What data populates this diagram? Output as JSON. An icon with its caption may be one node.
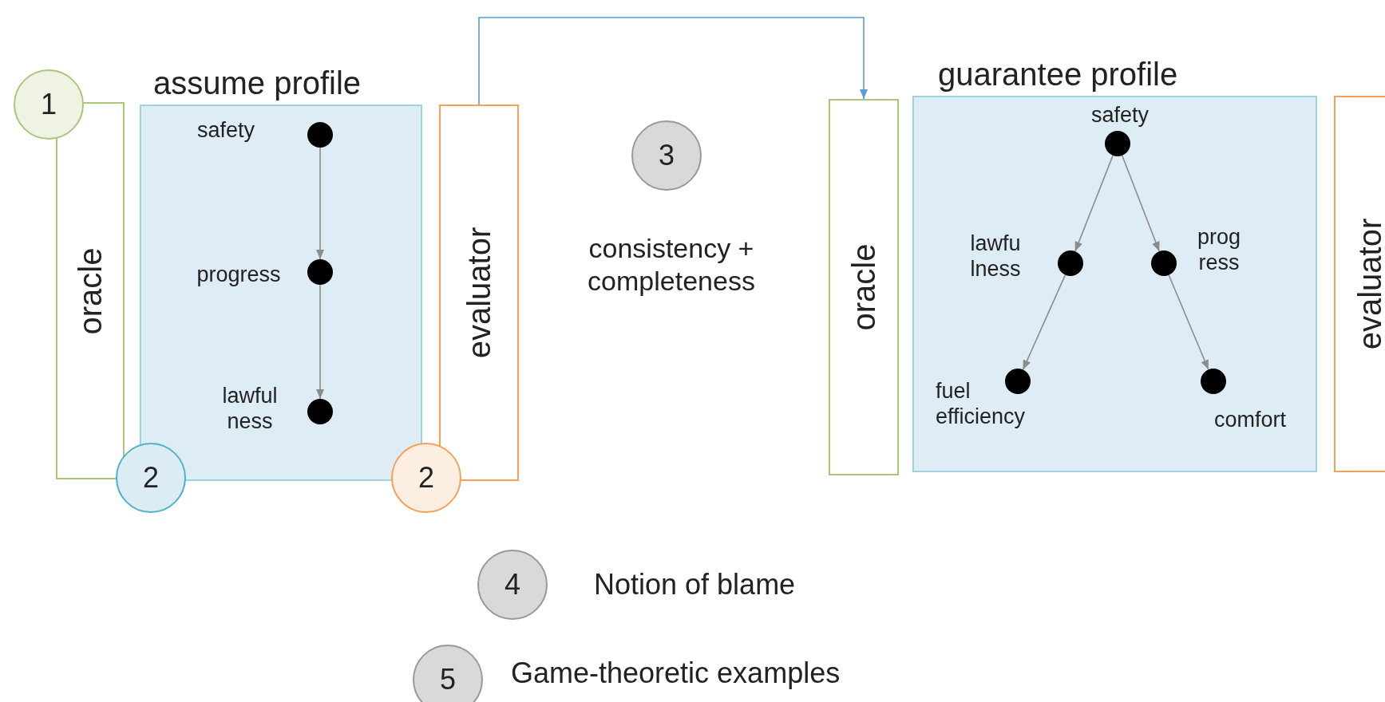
{
  "diagram": {
    "nodes": [
      {
        "text": [
          "1"
        ]
      },
      {
        "text": [
          "oracle"
        ]
      },
      {
        "text": [
          "assume profile"
        ]
      },
      {
        "text": [],
        "shape": "circle",
        "in": 2,
        "beside": [
          "safety"
        ]
      },
      {
        "text": [],
        "shape": "circle",
        "in": 2,
        "beside": [
          "progress"
        ]
      },
      {
        "text": [],
        "shape": "circle",
        "in": 2,
        "beside": [
          "lawful ness"
        ]
      },
      {
        "text": [
          "evaluator"
        ]
      },
      {
        "text": [
          "2"
        ]
      },
      {
        "text": [
          "2"
        ]
      },
      {
        "text": [
          "3"
        ],
        "beside": [
          "consistency + completeness"
        ]
      },
      {
        "text": [
          "oracle"
        ]
      },
      {
        "text": [
          "guarantee profile"
        ]
      },
      {
        "text": [],
        "shape": "circle",
        "in": 11,
        "beside": [
          "safety"
        ]
      },
      {
        "text": [],
        "shape": "circle",
        "in": 11,
        "beside": [
          "lawfu lness"
        ]
      },
      {
        "text": [],
        "shape": "circle",
        "in": 11,
        "beside": [
          "prog ress"
        ]
      },
      {
        "text": [],
        "shape": "circle",
        "in": 11,
        "beside": [
          "fuel efficiency"
        ]
      },
      {
        "text": [],
        "shape": "circle",
        "in": 11,
        "beside": [
          "comfort"
        ]
      },
      {
        "text": [
          "evaluator"
        ]
      },
      {
        "text": [
          "4"
        ],
        "beside": [
          "Notion of blame"
        ]
      },
      {
        "text": [
          "5"
        ],
        "beside": [
          "Game-theoretic examples"
        ]
      }
    ],
    "edges": [
      {
        "from": 3,
        "to": 4,
        "arrow": "to"
      },
      {
        "from": 4,
        "to": 5,
        "arrow": "to"
      },
      {
        "from": 6,
        "to": 10,
        "arrow": "to",
        "color": "#5b9bd5"
      },
      {
        "from": 12,
        "to": 13,
        "arrow": "to"
      },
      {
        "from": 12,
        "to": 14,
        "arrow": "to"
      },
      {
        "from": 13,
        "to": 15,
        "arrow": "to"
      },
      {
        "from": 14,
        "to": 16,
        "arrow": "to"
      }
    ]
  }
}
